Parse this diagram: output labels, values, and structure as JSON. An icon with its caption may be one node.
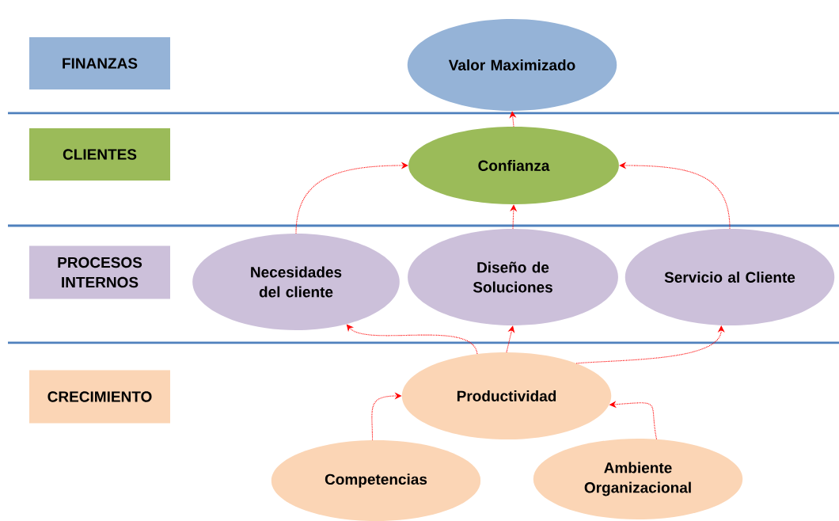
{
  "diagram": {
    "nodes": [
      {
        "text": [
          "FINANZAS"
        ]
      },
      {
        "text": [
          "Valor Maximizado"
        ]
      },
      {
        "text": [
          "CLIENTES"
        ]
      },
      {
        "text": [
          "Confianza"
        ]
      },
      {
        "text": [
          "PROCESOS INTERNOS"
        ]
      },
      {
        "text": [
          "Necesidades del cliente"
        ]
      },
      {
        "text": [
          "Diseño de Soluciones"
        ]
      },
      {
        "text": [
          "Servicio al Cliente"
        ]
      },
      {
        "text": [
          "CRECIMIENTO"
        ]
      },
      {
        "text": [
          "Productividad"
        ]
      },
      {
        "text": [
          "Competencias"
        ]
      },
      {
        "text": [
          "Ambiente Organizacional"
        ]
      }
    ],
    "edges": [
      {
        "from": 3,
        "to": 1,
        "arrow": "to"
      },
      {
        "from": 5,
        "to": 3,
        "arrow": "to"
      },
      {
        "from": 6,
        "to": 3,
        "arrow": "to"
      },
      {
        "from": 7,
        "to": 3,
        "arrow": "to"
      },
      {
        "from": 9,
        "to": 5,
        "arrow": "to"
      },
      {
        "from": 9,
        "to": 6,
        "arrow": "to"
      },
      {
        "from": 9,
        "to": 7,
        "arrow": "to"
      },
      {
        "from": 10,
        "to": 9,
        "arrow": "to"
      },
      {
        "from": 11,
        "to": 9,
        "arrow": "to"
      }
    ]
  }
}
